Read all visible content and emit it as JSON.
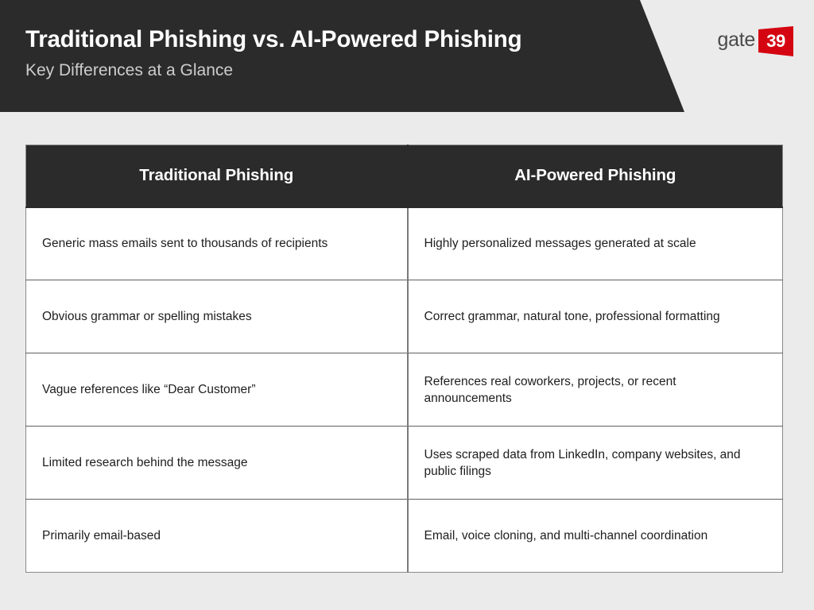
{
  "header": {
    "title": "Traditional Phishing vs. AI-Powered Phishing",
    "subtitle": "Key Differences at a Glance",
    "background_color": "#2b2b2b",
    "title_color": "#ffffff",
    "subtitle_color": "#cdcdcd"
  },
  "logo": {
    "word": "gate",
    "number": "39",
    "word_color": "#4a4a4a",
    "badge_color": "#d40511",
    "number_color": "#ffffff"
  },
  "page": {
    "background_color": "#ebebeb"
  },
  "table": {
    "columns": [
      {
        "label": "Traditional Phishing"
      },
      {
        "label": "AI-Powered Phishing"
      }
    ],
    "header_background": "#2b2b2b",
    "header_text_color": "#ffffff",
    "rows": [
      {
        "left": "Generic mass emails sent to thousands of recipients",
        "right": "Highly personalized messages generated at scale"
      },
      {
        "left": "Obvious grammar or spelling mistakes",
        "right": "Correct grammar, natural tone, professional formatting"
      },
      {
        "left": "Vague references like “Dear Customer”",
        "right": "References real coworkers, projects, or recent announcements"
      },
      {
        "left": "Limited research behind the message",
        "right": "Uses scraped data from LinkedIn, company websites, and public filings"
      },
      {
        "left": "Primarily email-based",
        "right": "Email, voice cloning, and multi-channel coordination"
      }
    ]
  }
}
